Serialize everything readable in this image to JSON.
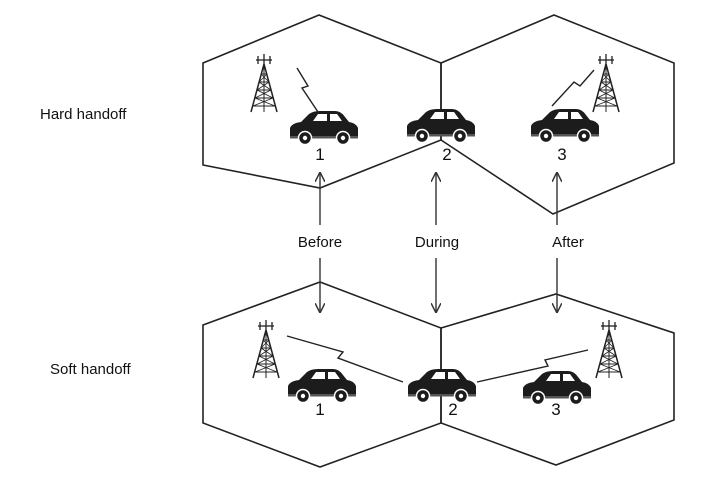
{
  "rows": {
    "hard": {
      "label": "Hard handoff"
    },
    "soft": {
      "label": "Soft handoff"
    }
  },
  "phases": {
    "before": "Before",
    "during": "During",
    "after": "After"
  },
  "positions": {
    "p1": "1",
    "p2": "2",
    "p3": "3"
  },
  "colors": {
    "line": "#222222",
    "background": "#ffffff"
  },
  "icons": {
    "tower": "cell-tower-icon",
    "car": "car-icon",
    "signal": "radio-link-icon"
  }
}
